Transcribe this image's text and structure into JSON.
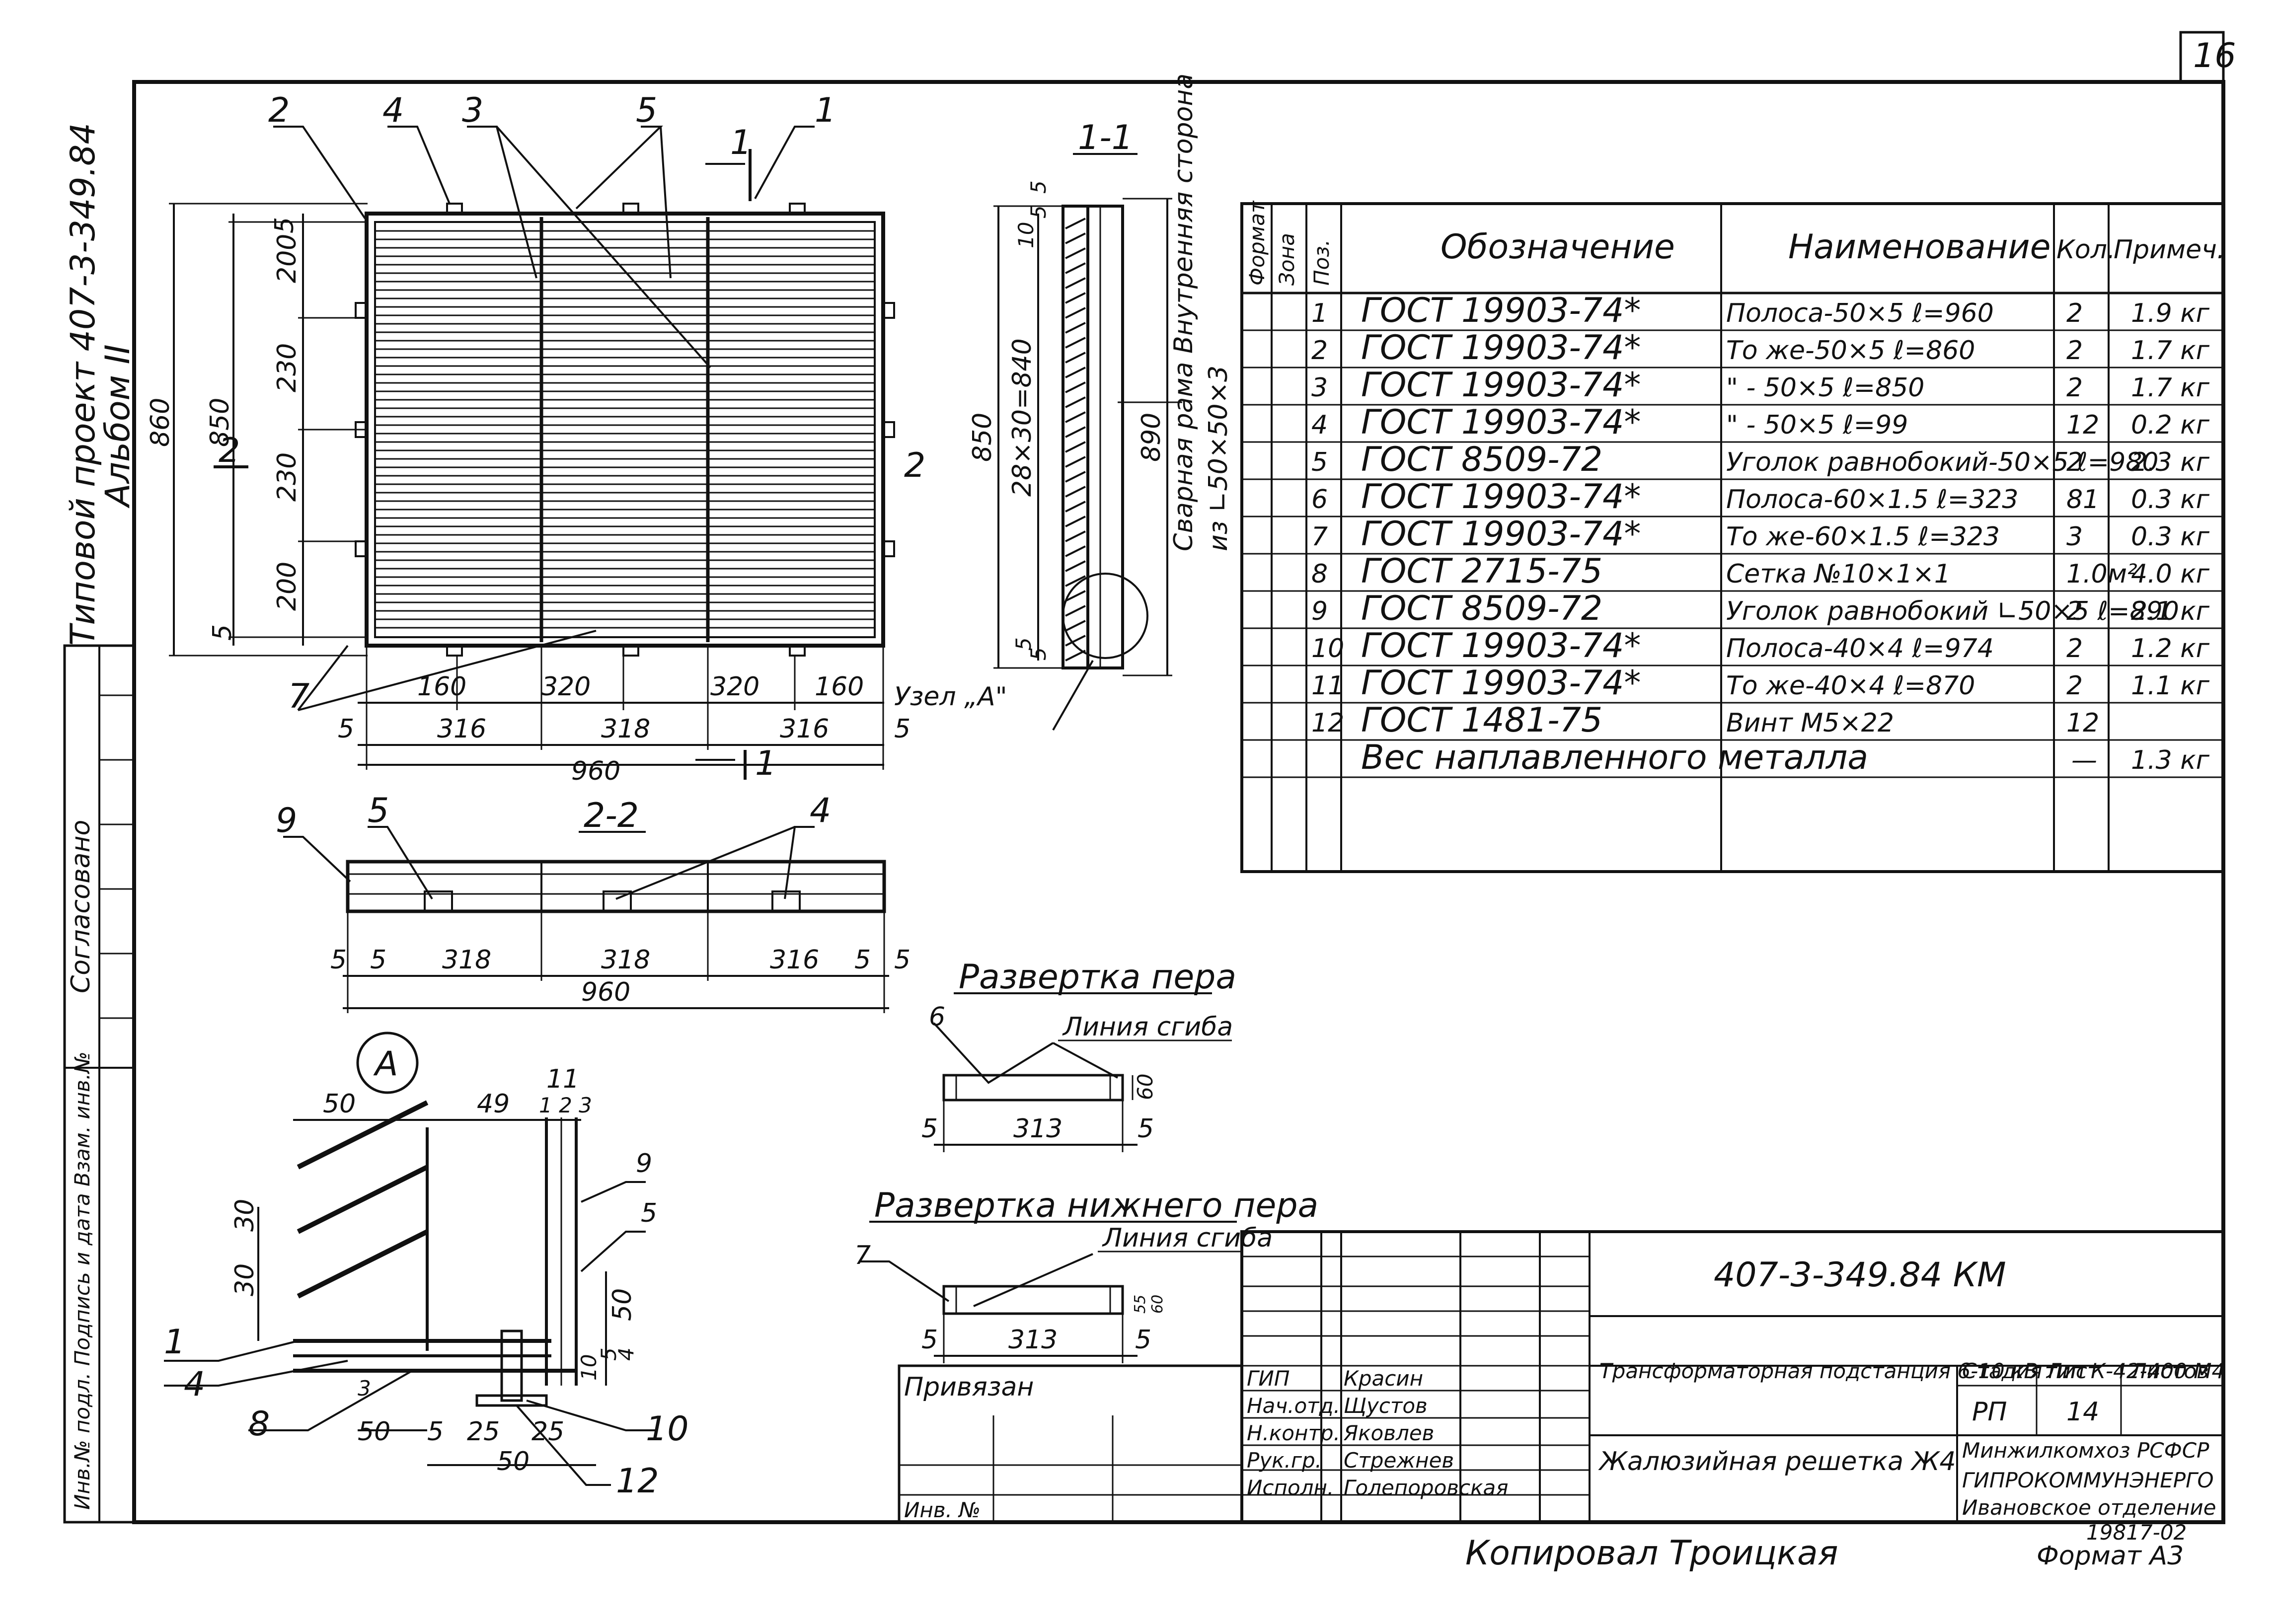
{
  "sheet_number": "16",
  "side_title": {
    "line1": "Типовой   проект 407-3-349.84",
    "line2": "Альбом II"
  },
  "side_stamp": {
    "agreed": "Согласовано",
    "inv_fields": "Инв.№ подл.   Подпись и дата   Взам. инв.№"
  },
  "plan": {
    "callouts": [
      "2",
      "4",
      "3",
      "5",
      "1"
    ],
    "section_mark": "1",
    "dims_left": [
      "5",
      "200",
      "230",
      "230",
      "200",
      "5"
    ],
    "dim_850": "850",
    "dim_860": "860",
    "cut_2": "2",
    "bottom_160_320": [
      "160",
      "320",
      "320",
      "160"
    ],
    "bottom_316_318": [
      "5",
      "316",
      "318",
      "316",
      "5"
    ],
    "bottom_total": "960",
    "callout_7": "7"
  },
  "section_1_1": {
    "title": "1-1",
    "dims": [
      "5",
      "5",
      "10",
      "850",
      "28×30=840",
      "890",
      "5",
      "5"
    ],
    "frame_note": "Сварная рама  Внутренняя сторона",
    "frame_note2": "из ∟50×50×3",
    "node_label": "Узел „А\""
  },
  "section_2_2": {
    "title": "2-2",
    "callouts": [
      "9",
      "5",
      "4"
    ],
    "dims": [
      "5",
      "5",
      "318",
      "318",
      "316",
      "5",
      "5"
    ],
    "total": "960"
  },
  "node_a": {
    "label": "А",
    "dims_top": [
      "50",
      "49",
      "11",
      "1 2 3"
    ],
    "dims_left": [
      "30",
      "30"
    ],
    "dims_right": [
      "9",
      "5",
      "50",
      "10",
      "5",
      "4"
    ],
    "callouts": [
      "1",
      "4",
      "8",
      "10",
      "12"
    ],
    "dims_bottom": [
      "50",
      "5",
      "25",
      "25",
      "50"
    ],
    "dim_3": "3"
  },
  "razvertka_pera": {
    "title": "Развертка пера",
    "fold_label": "Линия сгиба",
    "mark": "6",
    "dims": [
      "5",
      "313",
      "5",
      "60"
    ]
  },
  "razvertka_nizhnego": {
    "title": "Развертка нижнего пера",
    "fold_label": "Линия сгиба",
    "mark": "7",
    "dims": [
      "5",
      "313",
      "5",
      "55",
      "60"
    ]
  },
  "spec_table": {
    "headers": [
      "Формат",
      "Зона",
      "Поз.",
      "Обозначение",
      "Наименование",
      "Кол.",
      "Примеч."
    ],
    "rows": [
      [
        "1",
        "ГОСТ 19903-74*",
        "Полоса-50×5      ℓ=960",
        "2",
        "1.9 кг"
      ],
      [
        "2",
        "ГОСТ 19903-74*",
        "То же-50×5      ℓ=860",
        "2",
        "1.7 кг"
      ],
      [
        "3",
        "ГОСТ 19903-74*",
        "\"    -  50×5     ℓ=850",
        "2",
        "1.7 кг"
      ],
      [
        "4",
        "ГОСТ 19903-74*",
        "\"    -  50×5     ℓ=99",
        "12",
        "0.2 кг"
      ],
      [
        "5",
        "ГОСТ 8509-72",
        "Уголок равнобокий-50×5  ℓ=980",
        "2",
        "2.3 кг"
      ],
      [
        "6",
        "ГОСТ 19903-74*",
        "Полоса-60×1.5   ℓ=323",
        "81",
        "0.3 кг"
      ],
      [
        "7",
        "ГОСТ 19903-74*",
        "То же-60×1.5   ℓ=323",
        "3",
        "0.3 кг"
      ],
      [
        "8",
        "ГОСТ 2715-75",
        "Сетка  №10×1×1",
        "1.0м²",
        "4.0 кг"
      ],
      [
        "9",
        "ГОСТ 8509-72",
        "Уголок равнобокий ∟50×5  ℓ=890",
        "2",
        "2.1 кг"
      ],
      [
        "10",
        "ГОСТ 19903-74*",
        "Полоса-40×4   ℓ=974",
        "2",
        "1.2 кг"
      ],
      [
        "11",
        "ГОСТ 19903-74*",
        "То же-40×4   ℓ=870",
        "2",
        "1.1 кг"
      ],
      [
        "12",
        "ГОСТ 1481-75",
        "Винт  М5×22",
        "12",
        ""
      ]
    ],
    "weight_row": {
      "label": "Вес наплавленного металла",
      "qty": "—",
      "note": "1.3 кг"
    }
  },
  "title_block": {
    "code": "407-3-349.84  КМ",
    "privyazan": "Привязан",
    "inv": "Инв. №",
    "roles": [
      "ГИП",
      "Нач.отд.",
      "Н.контр.",
      "Рук.гр.",
      "Исполн."
    ],
    "names": [
      "Красин",
      "Щустов",
      "Яковлев",
      "Стрежнев",
      "Голепоровская"
    ],
    "project_name": "Трансформаторная подстанция 6-10 кВ тип К-42-400 М4",
    "stage_h": "Стадия",
    "sheet_h": "Лист",
    "sheets_h": "Листов",
    "stage": "РП",
    "sheet": "14",
    "drawing_name": "Жалюзийная решетка Ж4",
    "org1": "Минжилкомхоз РСФСР",
    "org2": "ГИПРОКОММУНЭНЕРГО",
    "org3": "Ивановское отделение",
    "doc_no": "19817-02"
  },
  "copied_by": "Копировал Троицкая",
  "format": "Формат А3"
}
